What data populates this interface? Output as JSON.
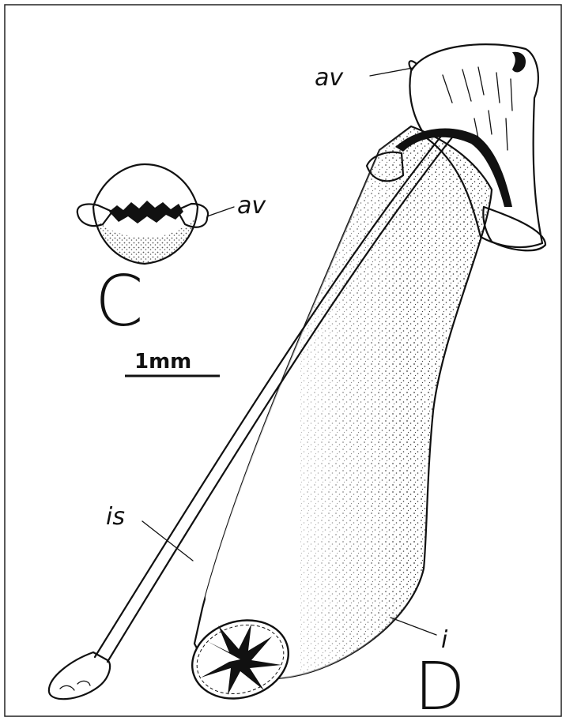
{
  "figure": {
    "panels": [
      {
        "id": "C",
        "letter": "C"
      },
      {
        "id": "D",
        "letter": "D"
      }
    ],
    "scale_bar_label": "1mm",
    "labels": {
      "av_c": "av",
      "av_d": "av",
      "is": "is",
      "i": "i"
    }
  }
}
